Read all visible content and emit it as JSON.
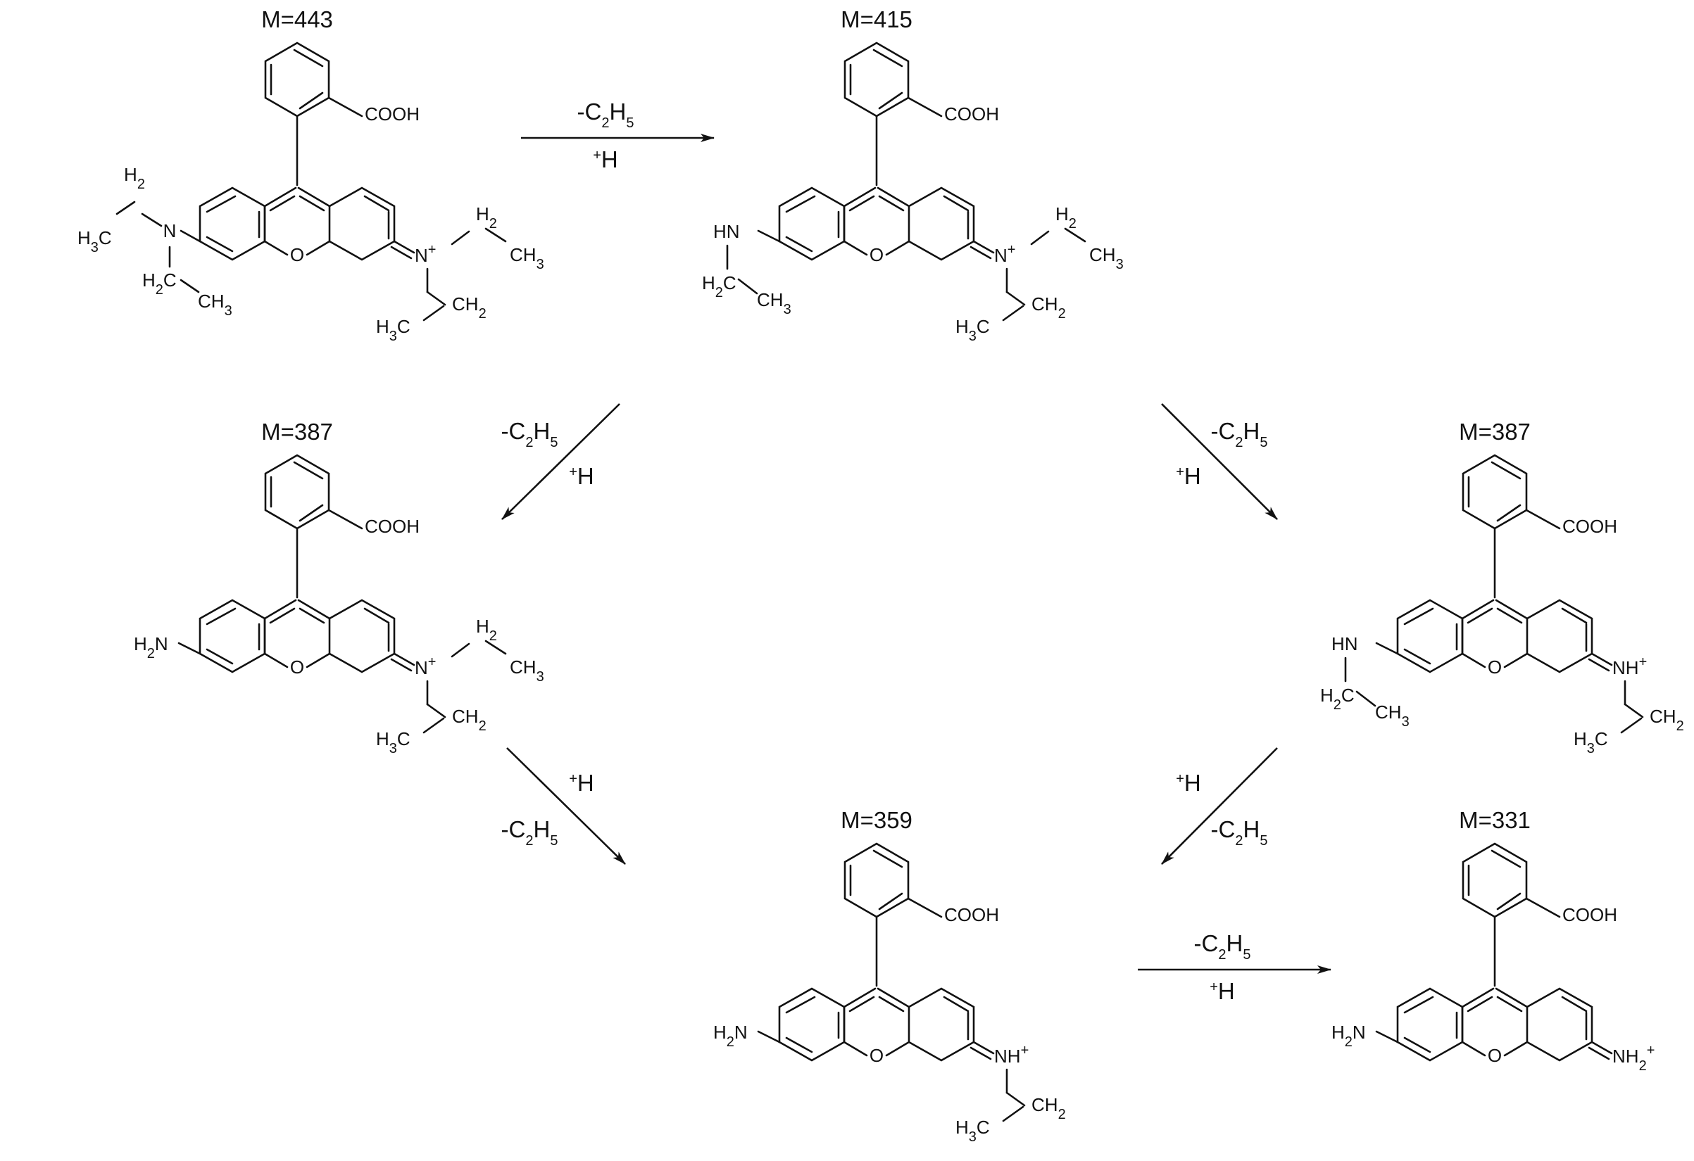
{
  "title": "",
  "molecules": [
    {
      "mass": "M=443",
      "left_group": [
        "H3C",
        "N",
        "H2",
        "H2C",
        "CH3"
      ],
      "right_group": [
        "N+",
        "H2",
        "CH3",
        "H3C",
        "CH2"
      ],
      "acid": "COOH",
      "ring_o": "O"
    },
    {
      "mass": "M=415",
      "left_group": [
        "HN",
        "H2C",
        "CH3"
      ],
      "right_group": [
        "N+",
        "H2",
        "CH3",
        "H3C",
        "CH2"
      ],
      "acid": "COOH",
      "ring_o": "O"
    },
    {
      "mass": "M=387",
      "left_group": [
        "H2N"
      ],
      "right_group": [
        "N+",
        "H2",
        "CH3",
        "H3C",
        "CH2"
      ],
      "acid": "COOH",
      "ring_o": "O"
    },
    {
      "mass": "M=387",
      "left_group": [
        "HN",
        "H2C",
        "CH3"
      ],
      "right_group": [
        "NH+",
        "H3C",
        "CH2"
      ],
      "acid": "COOH",
      "ring_o": "O"
    },
    {
      "mass": "M=359",
      "left_group": [
        "H2N"
      ],
      "right_group": [
        "NH+",
        "H3C",
        "CH2"
      ],
      "acid": "COOH",
      "ring_o": "O"
    },
    {
      "mass": "M=331",
      "left_group": [
        "H2N"
      ],
      "right_group": [
        "NH2+"
      ],
      "acid": "COOH",
      "ring_o": "O"
    }
  ],
  "steps": [
    {
      "from": "M=443",
      "to": "M=415",
      "top": "-C2H5",
      "bottom": "+H"
    },
    {
      "from": "M=415",
      "to": "M=387",
      "top": "-C2H5",
      "bottom": "+H"
    },
    {
      "from": "M=415",
      "to": "M=387",
      "top": "-C2H5",
      "bottom": "+H"
    },
    {
      "from": "M=387",
      "to": "M=359",
      "top": "+H",
      "bottom": "-C2H5"
    },
    {
      "from": "M=387",
      "to": "M=359",
      "top": "+H",
      "bottom": "-C2H5"
    },
    {
      "from": "M=359",
      "to": "M=331",
      "top": "-C2H5",
      "bottom": "+H"
    }
  ]
}
